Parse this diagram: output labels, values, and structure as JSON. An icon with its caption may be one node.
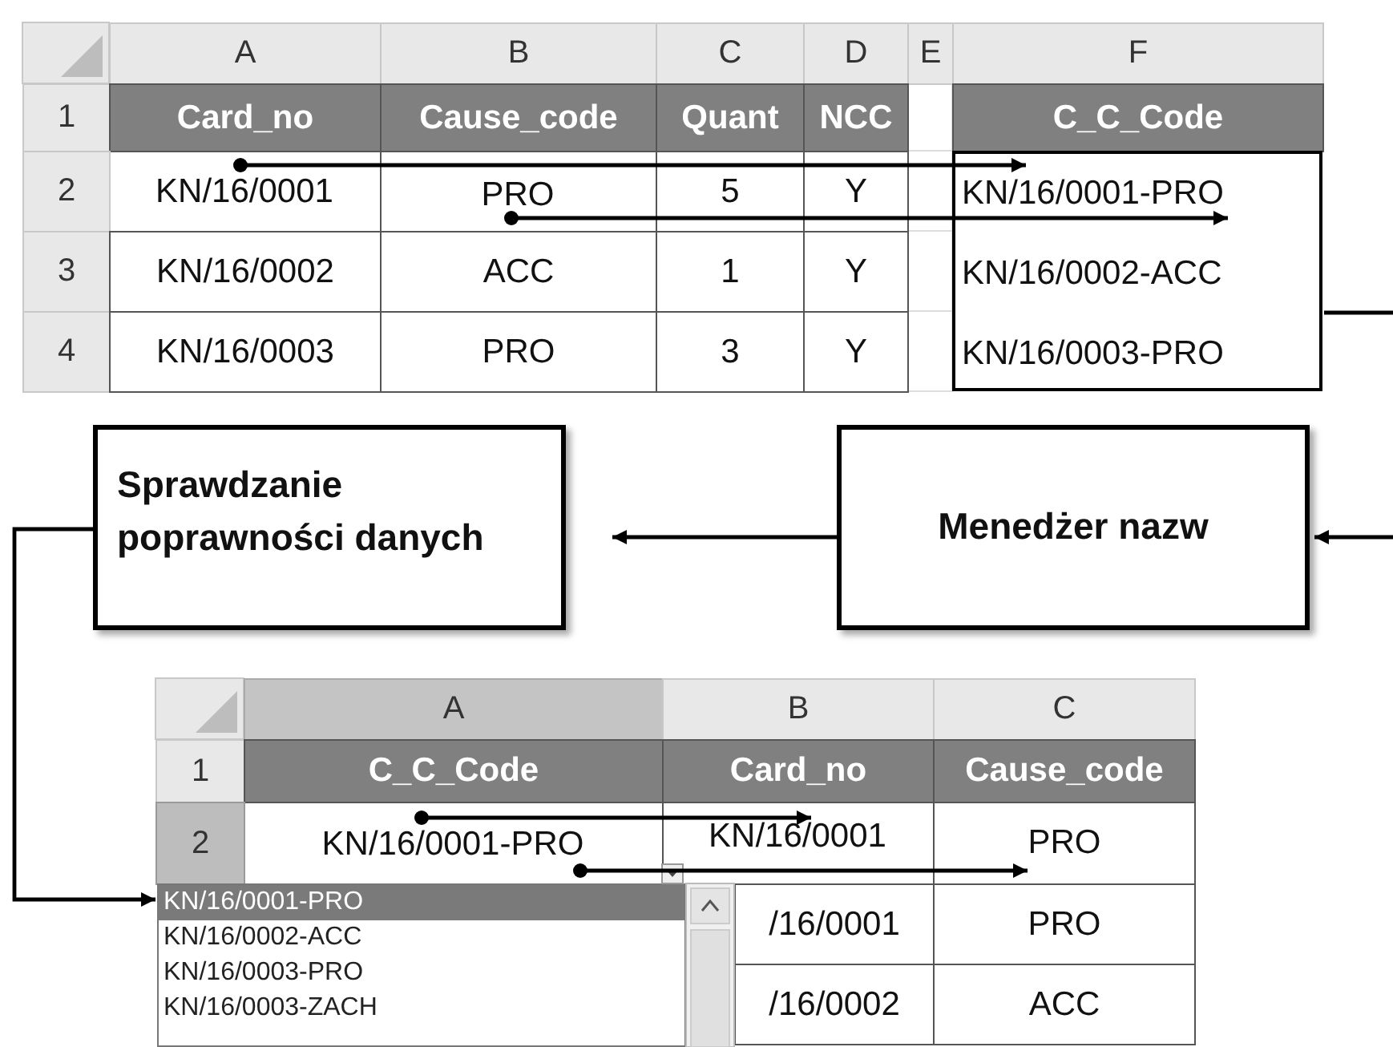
{
  "diagram": {
    "nodes": [
      {
        "text": [
          "KN/16/0001"
        ]
      },
      {
        "text": [
          "PRO"
        ]
      },
      {
        "text": [],
        "shape": "box"
      },
      {
        "text": [
          "KN/16/0001-PRO"
        ],
        "in": 2
      },
      {
        "text": [
          "KN/16/0002-ACC"
        ],
        "in": 2
      },
      {
        "text": [
          "KN/16/0003-PRO"
        ],
        "in": 2
      },
      {
        "text": [
          "Sprawdzanie poprawności danych"
        ]
      },
      {
        "text": [
          "Menedżer nazw"
        ]
      },
      {
        "text": [
          "KN/16/0001-PRO"
        ]
      },
      {
        "text": [
          "KN/16/0001"
        ]
      },
      {
        "text": [
          "PRO"
        ]
      },
      {
        "text": [
          "KN/16/0001-PRO",
          "KN/16/0002-ACC",
          "KN/16/0003-PRO",
          "KN/16/0003-ZACH"
        ]
      }
    ],
    "edges": [
      {
        "from": 0,
        "to": 3,
        "arrow": "to"
      },
      {
        "from": 1,
        "to": 3,
        "arrow": "to"
      },
      {
        "from": 2,
        "to": null,
        "arrow": "none"
      },
      {
        "from": null,
        "to": 7,
        "arrow": "to"
      },
      {
        "from": 7,
        "to": 6,
        "arrow": "to"
      },
      {
        "from": 6,
        "to": 11,
        "arrow": "to"
      },
      {
        "from": 8,
        "to": 9,
        "arrow": "to"
      },
      {
        "from": 8,
        "to": 10,
        "arrow": "to"
      }
    ],
    "labels": [
      "A",
      "B",
      "C",
      "D",
      "E",
      "F",
      "1",
      "Card_no",
      "Cause_code",
      "Quant",
      "NCC",
      "C_C_Code",
      "2",
      "5",
      "Y",
      "3",
      "KN/16/0002",
      "ACC",
      "1",
      "Y",
      "4",
      "KN/16/0003",
      "PRO",
      "3",
      "Y",
      "A",
      "B",
      "C",
      "1",
      "C_C_Code",
      "Card_no",
      "Cause_code",
      "2",
      "/16/0001",
      "PRO",
      "/16/0002",
      "ACC"
    ]
  }
}
